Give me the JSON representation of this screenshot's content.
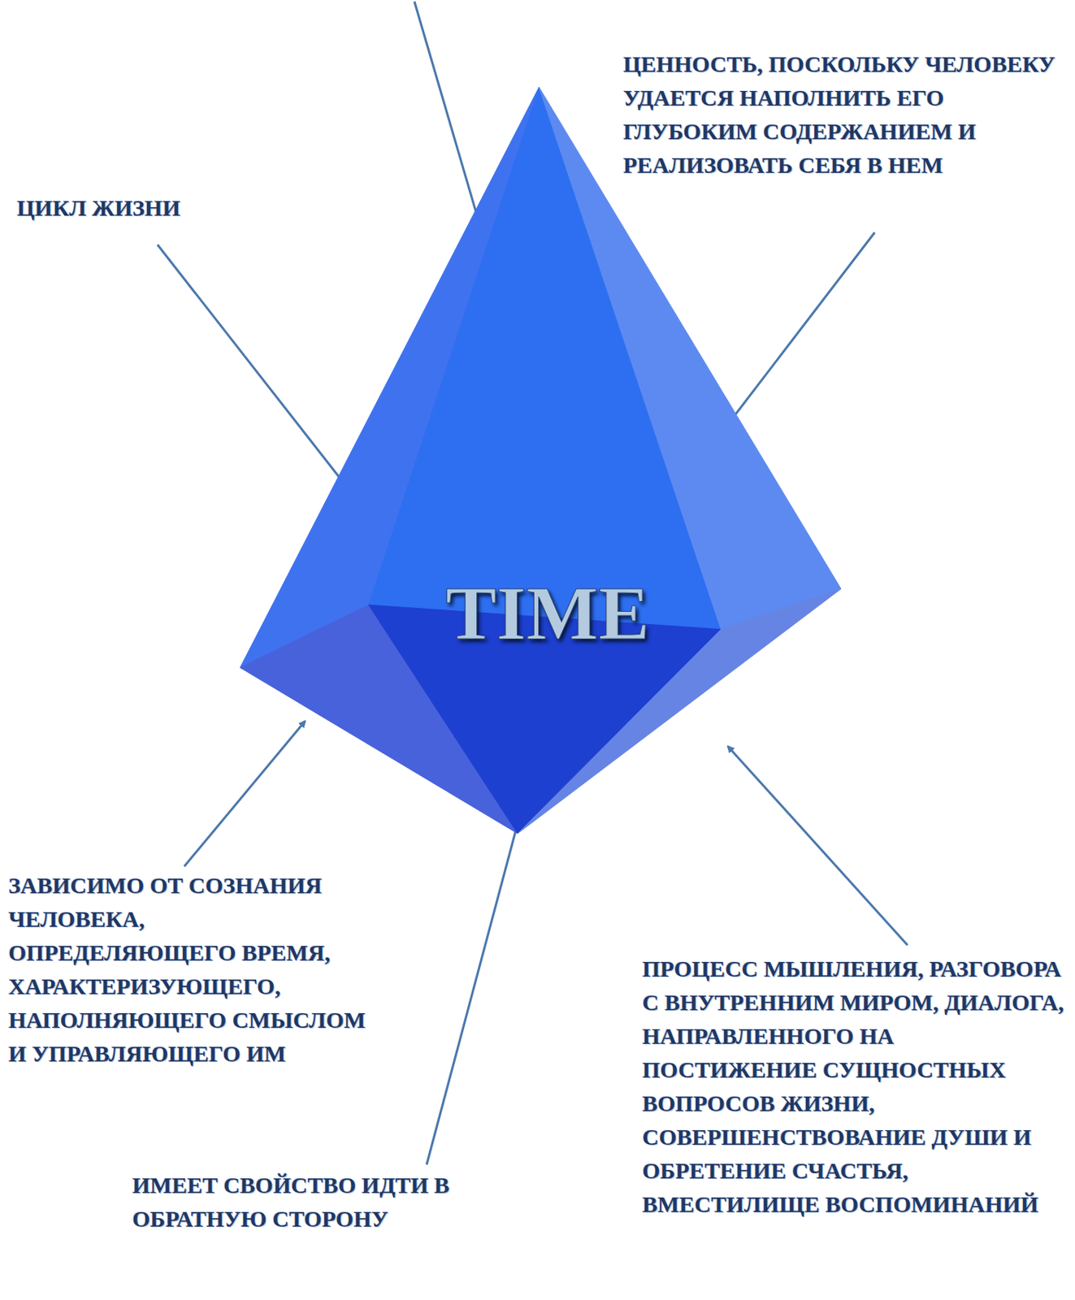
{
  "diagram": {
    "nodes": [
      {
        "text": [
          "TIME"
        ]
      }
    ],
    "labels": [
      "ЦЕННОСТЬ, ПОСКОЛЬКУ ЧЕЛОВЕКУ УДАЕТСЯ НАПОЛНИТЬ ЕГО ГЛУБОКИМ СОДЕРЖАНИЕМ И РЕАЛИЗОВАТЬ СЕБЯ В НЕМ",
      "ЦИКЛ ЖИЗНИ",
      "ЗАВИСИМО ОТ СОЗНАНИЯ ЧЕЛОВЕКА, ОПРЕДЕЛЯЮЩЕГО ВРЕМЯ, ХАРАКТЕРИЗУЮЩЕГО, НАПОЛНЯЮЩЕГО СМЫСЛОМ И УПРАВЛЯЮЩЕГО ИМ",
      "ПРОЦЕСС МЫШЛЕНИЯ, РАЗГОВОРА С ВНУТРЕННИМ МИРОМ, ДИАЛОГА, НАПРАВЛЕННОГО НА ПОСТИЖЕНИЕ СУЩНОСТНЫХ ВОПРОСОВ ЖИЗНИ, СОВЕРШЕНСТВОВАНИЕ ДУШИ И ОБРЕТЕНИЕ СЧАСТЬЯ, ВМЕСТИЛИЩЕ ВОСПОМИНАНИЙ",
      "ИМЕЕТ СВОЙСТВО ИДТИ В ОБРАТНУЮ СТОРОНУ"
    ]
  }
}
